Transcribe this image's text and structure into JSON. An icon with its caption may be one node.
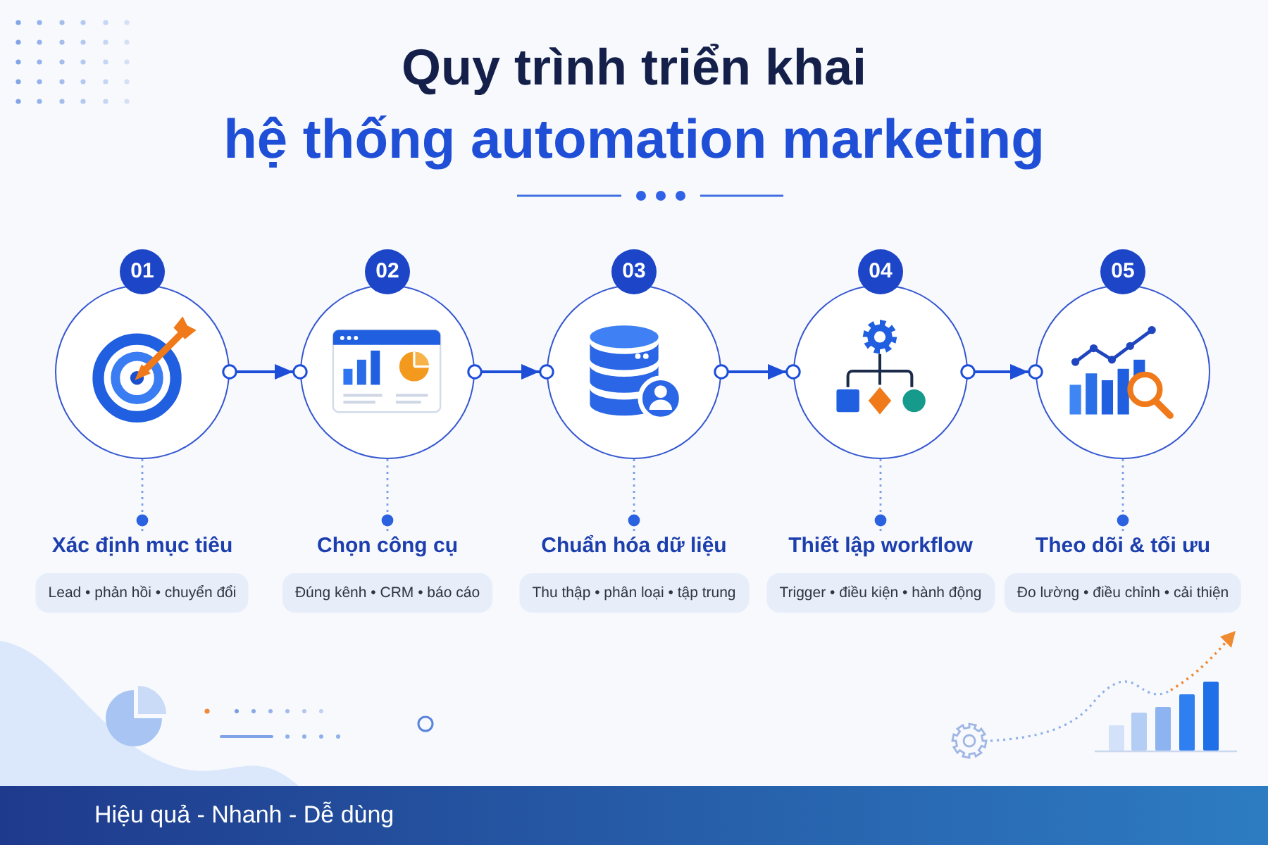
{
  "diagram": {
    "title": "Quy trình triển khai hệ thống automation marketing",
    "nodes": [
      {
        "text": [
          "01"
        ]
      },
      {
        "text": [
          "02"
        ]
      },
      {
        "text": [
          "03"
        ]
      },
      {
        "text": [
          "04"
        ]
      },
      {
        "text": [
          "05"
        ]
      },
      {
        "text": [
          "Xác định mục tiêu"
        ]
      },
      {
        "text": [
          "Chọn công cụ"
        ]
      },
      {
        "text": [
          "Chuẩn hóa dữ liệu"
        ]
      },
      {
        "text": [
          "Thiết lập workflow"
        ]
      },
      {
        "text": [
          "Theo dõi & tối ưu"
        ]
      },
      {
        "text": [
          "Lead • phản hồi • chuyển đổi"
        ]
      },
      {
        "text": [
          "Đúng kênh • CRM • báo cáo"
        ]
      },
      {
        "text": [
          "Thu thập • phân loại • tập trung"
        ]
      },
      {
        "text": [
          "Trigger • điều kiện • hành động"
        ]
      },
      {
        "text": [
          "Đo lường • điều chỉnh • cải thiện"
        ]
      }
    ],
    "edges": [
      {
        "from": 0,
        "to": 1,
        "arrow": "to",
        "color": "#1d4ed8"
      },
      {
        "from": 1,
        "to": 2,
        "arrow": "to",
        "color": "#1d4ed8"
      },
      {
        "from": 2,
        "to": 3,
        "arrow": "to",
        "color": "#1d4ed8"
      },
      {
        "from": 3,
        "to": 4,
        "arrow": "to",
        "color": "#1d4ed8"
      },
      {
        "from": 0,
        "to": 5,
        "arrow": "other",
        "style": "dashed"
      },
      {
        "from": 1,
        "to": 6,
        "arrow": "other",
        "style": "dashed"
      },
      {
        "from": 2,
        "to": 7,
        "arrow": "other",
        "style": "dashed"
      },
      {
        "from": 3,
        "to": 8,
        "arrow": "other",
        "style": "dashed"
      },
      {
        "from": 4,
        "to": 9,
        "arrow": "other",
        "style": "dashed"
      }
    ],
    "labels": [
      "Hiệu quả - Nhanh - Dễ dùng"
    ]
  }
}
